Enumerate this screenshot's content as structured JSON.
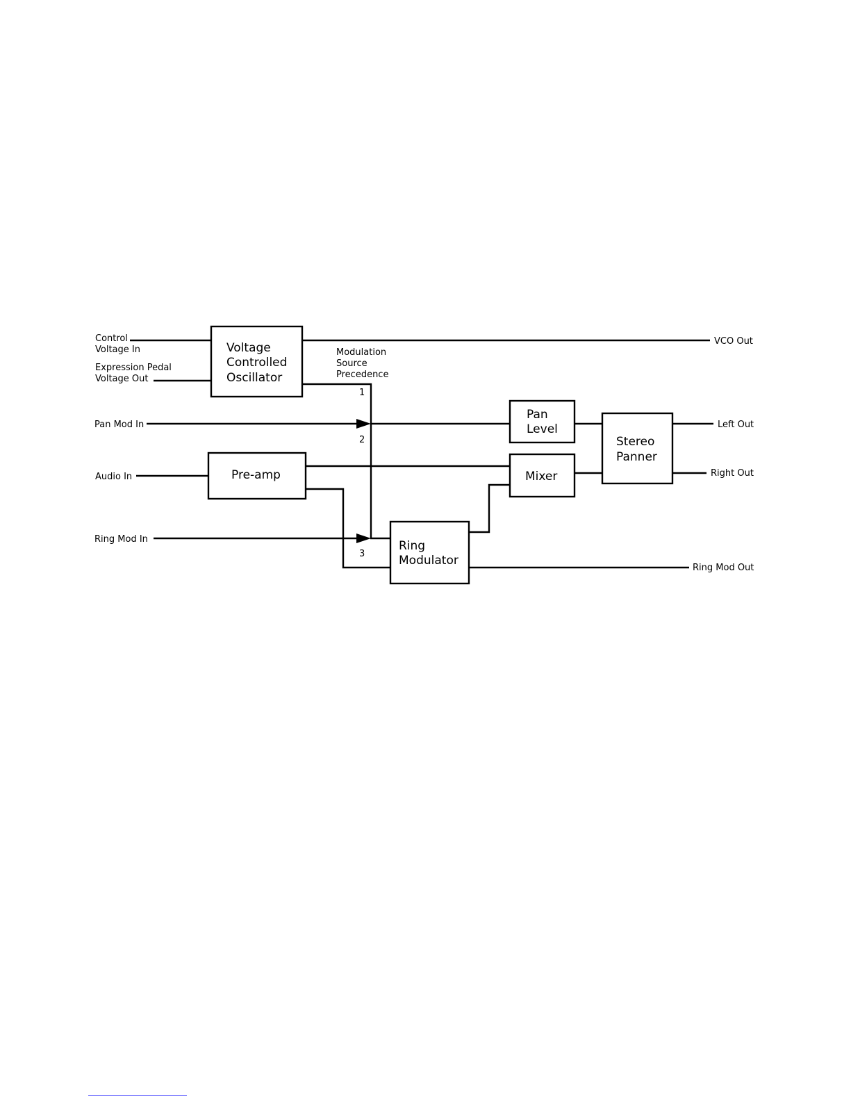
{
  "blocks": {
    "vco": [
      "Voltage",
      "Controlled",
      "Oscillator"
    ],
    "pan_level": [
      "Pan",
      "Level"
    ],
    "stereo_panner": [
      "Stereo",
      "Panner"
    ],
    "preamp": [
      "Pre-amp"
    ],
    "mixer": [
      "Mixer"
    ],
    "ring_modulator": [
      "Ring",
      "Modulator"
    ]
  },
  "inputs": {
    "control_voltage": [
      "Control",
      "Voltage In"
    ],
    "expression_pedal": [
      "Expression Pedal",
      "Voltage Out"
    ],
    "pan_mod": "Pan Mod In",
    "audio": "Audio In",
    "ring_mod": "Ring Mod In"
  },
  "outputs": {
    "vco_out": "VCO Out",
    "left_out": "Left Out",
    "right_out": "Right Out",
    "ring_mod_out": "Ring Mod Out"
  },
  "precedence": {
    "label": [
      "Modulation",
      "Source",
      "Precedence"
    ],
    "first": "1",
    "second": "2",
    "third": "3"
  }
}
